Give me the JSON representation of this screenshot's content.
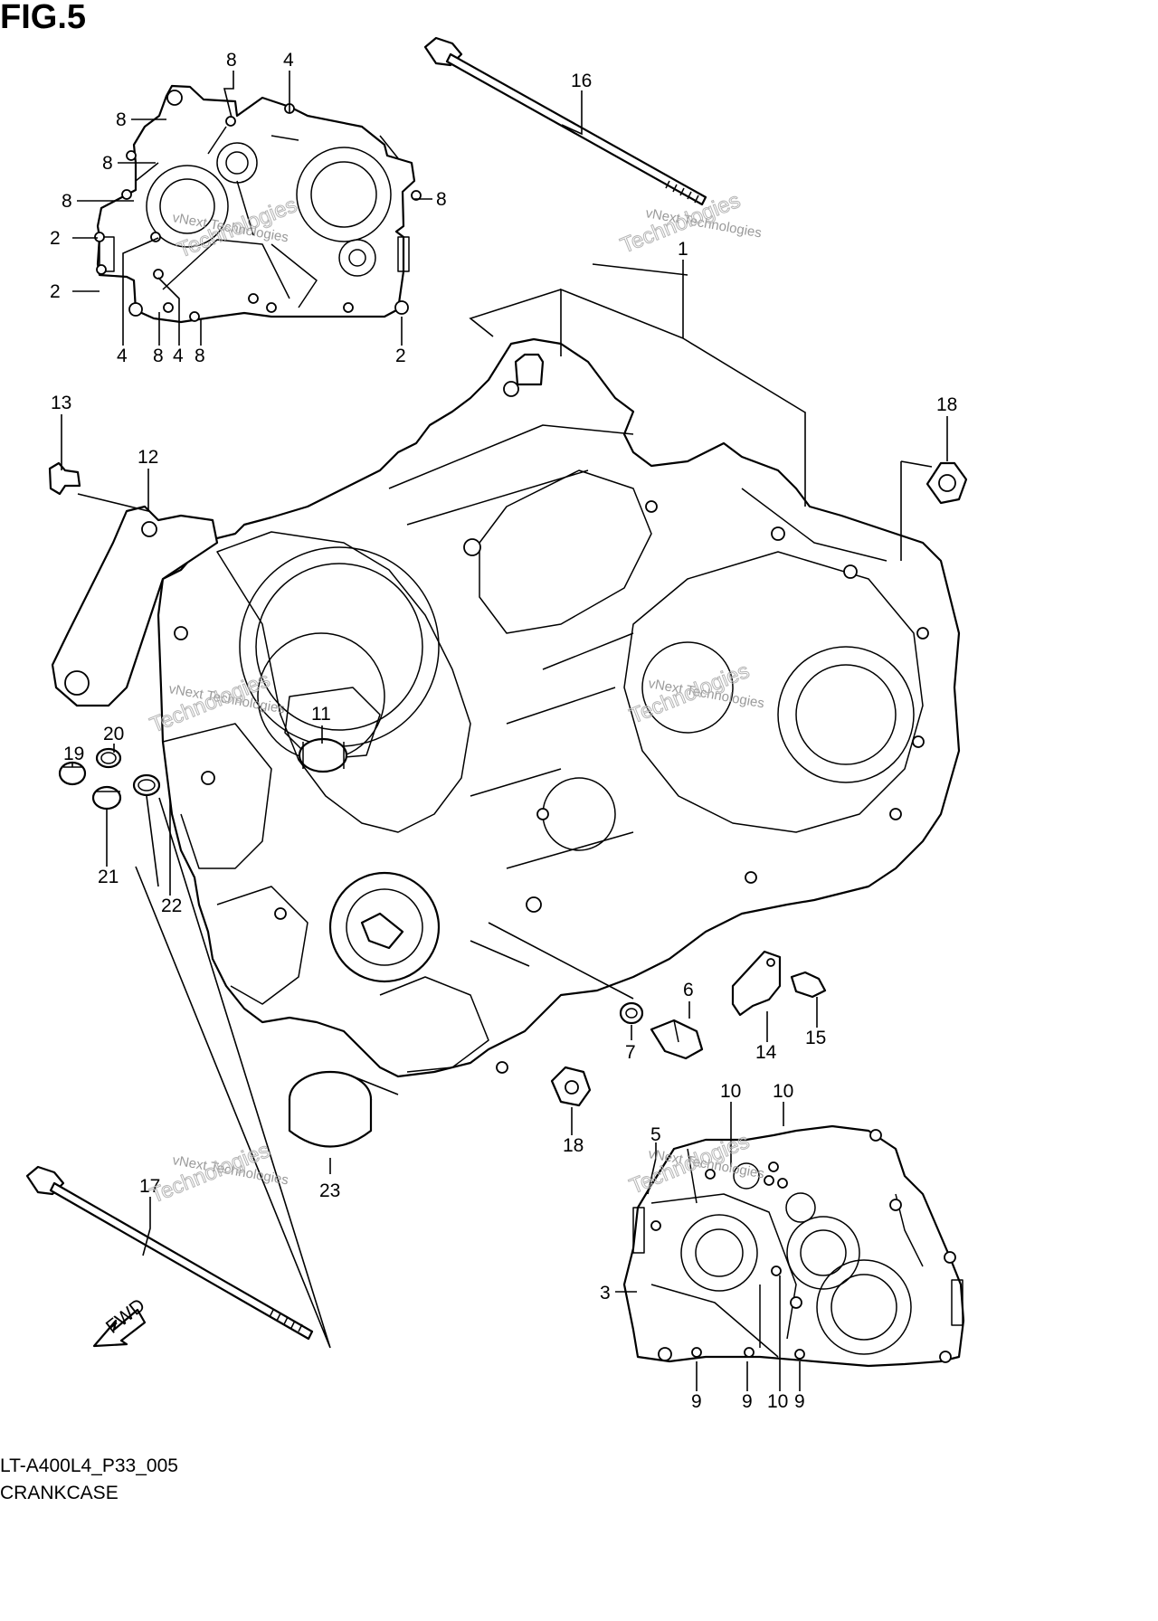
{
  "figure": {
    "title": "FIG.5",
    "code": "LT-A400L4_P33_005",
    "name": "CRANKCASE",
    "watermark_text": "vNext Technologies",
    "watermark_text_large": "Technologies",
    "fwd_label": "FWD"
  },
  "callouts": [
    {
      "id": "c-8a",
      "label": "8"
    },
    {
      "id": "c-4a",
      "label": "4"
    },
    {
      "id": "c-8b",
      "label": "8"
    },
    {
      "id": "c-8c",
      "label": "8"
    },
    {
      "id": "c-8d",
      "label": "8"
    },
    {
      "id": "c-8e",
      "label": "8"
    },
    {
      "id": "c-2a",
      "label": "2"
    },
    {
      "id": "c-2b",
      "label": "2"
    },
    {
      "id": "c-4b",
      "label": "4"
    },
    {
      "id": "c-8f",
      "label": "8"
    },
    {
      "id": "c-4c",
      "label": "4"
    },
    {
      "id": "c-8g",
      "label": "8"
    },
    {
      "id": "c-2c",
      "label": "2"
    },
    {
      "id": "c-16",
      "label": "16"
    },
    {
      "id": "c-1",
      "label": "1"
    },
    {
      "id": "c-13",
      "label": "13"
    },
    {
      "id": "c-12",
      "label": "12"
    },
    {
      "id": "c-18a",
      "label": "18"
    },
    {
      "id": "c-11",
      "label": "11"
    },
    {
      "id": "c-20",
      "label": "20"
    },
    {
      "id": "c-19",
      "label": "19"
    },
    {
      "id": "c-21",
      "label": "21"
    },
    {
      "id": "c-22",
      "label": "22"
    },
    {
      "id": "c-6",
      "label": "6"
    },
    {
      "id": "c-7",
      "label": "7"
    },
    {
      "id": "c-14",
      "label": "14"
    },
    {
      "id": "c-15",
      "label": "15"
    },
    {
      "id": "c-18b",
      "label": "18"
    },
    {
      "id": "c-10a",
      "label": "10"
    },
    {
      "id": "c-10b",
      "label": "10"
    },
    {
      "id": "c-5",
      "label": "5"
    },
    {
      "id": "c-23",
      "label": "23"
    },
    {
      "id": "c-17",
      "label": "17"
    },
    {
      "id": "c-3",
      "label": "3"
    },
    {
      "id": "c-9a",
      "label": "9"
    },
    {
      "id": "c-9b",
      "label": "9"
    },
    {
      "id": "c-10c",
      "label": "10"
    },
    {
      "id": "c-9c",
      "label": "9"
    }
  ]
}
